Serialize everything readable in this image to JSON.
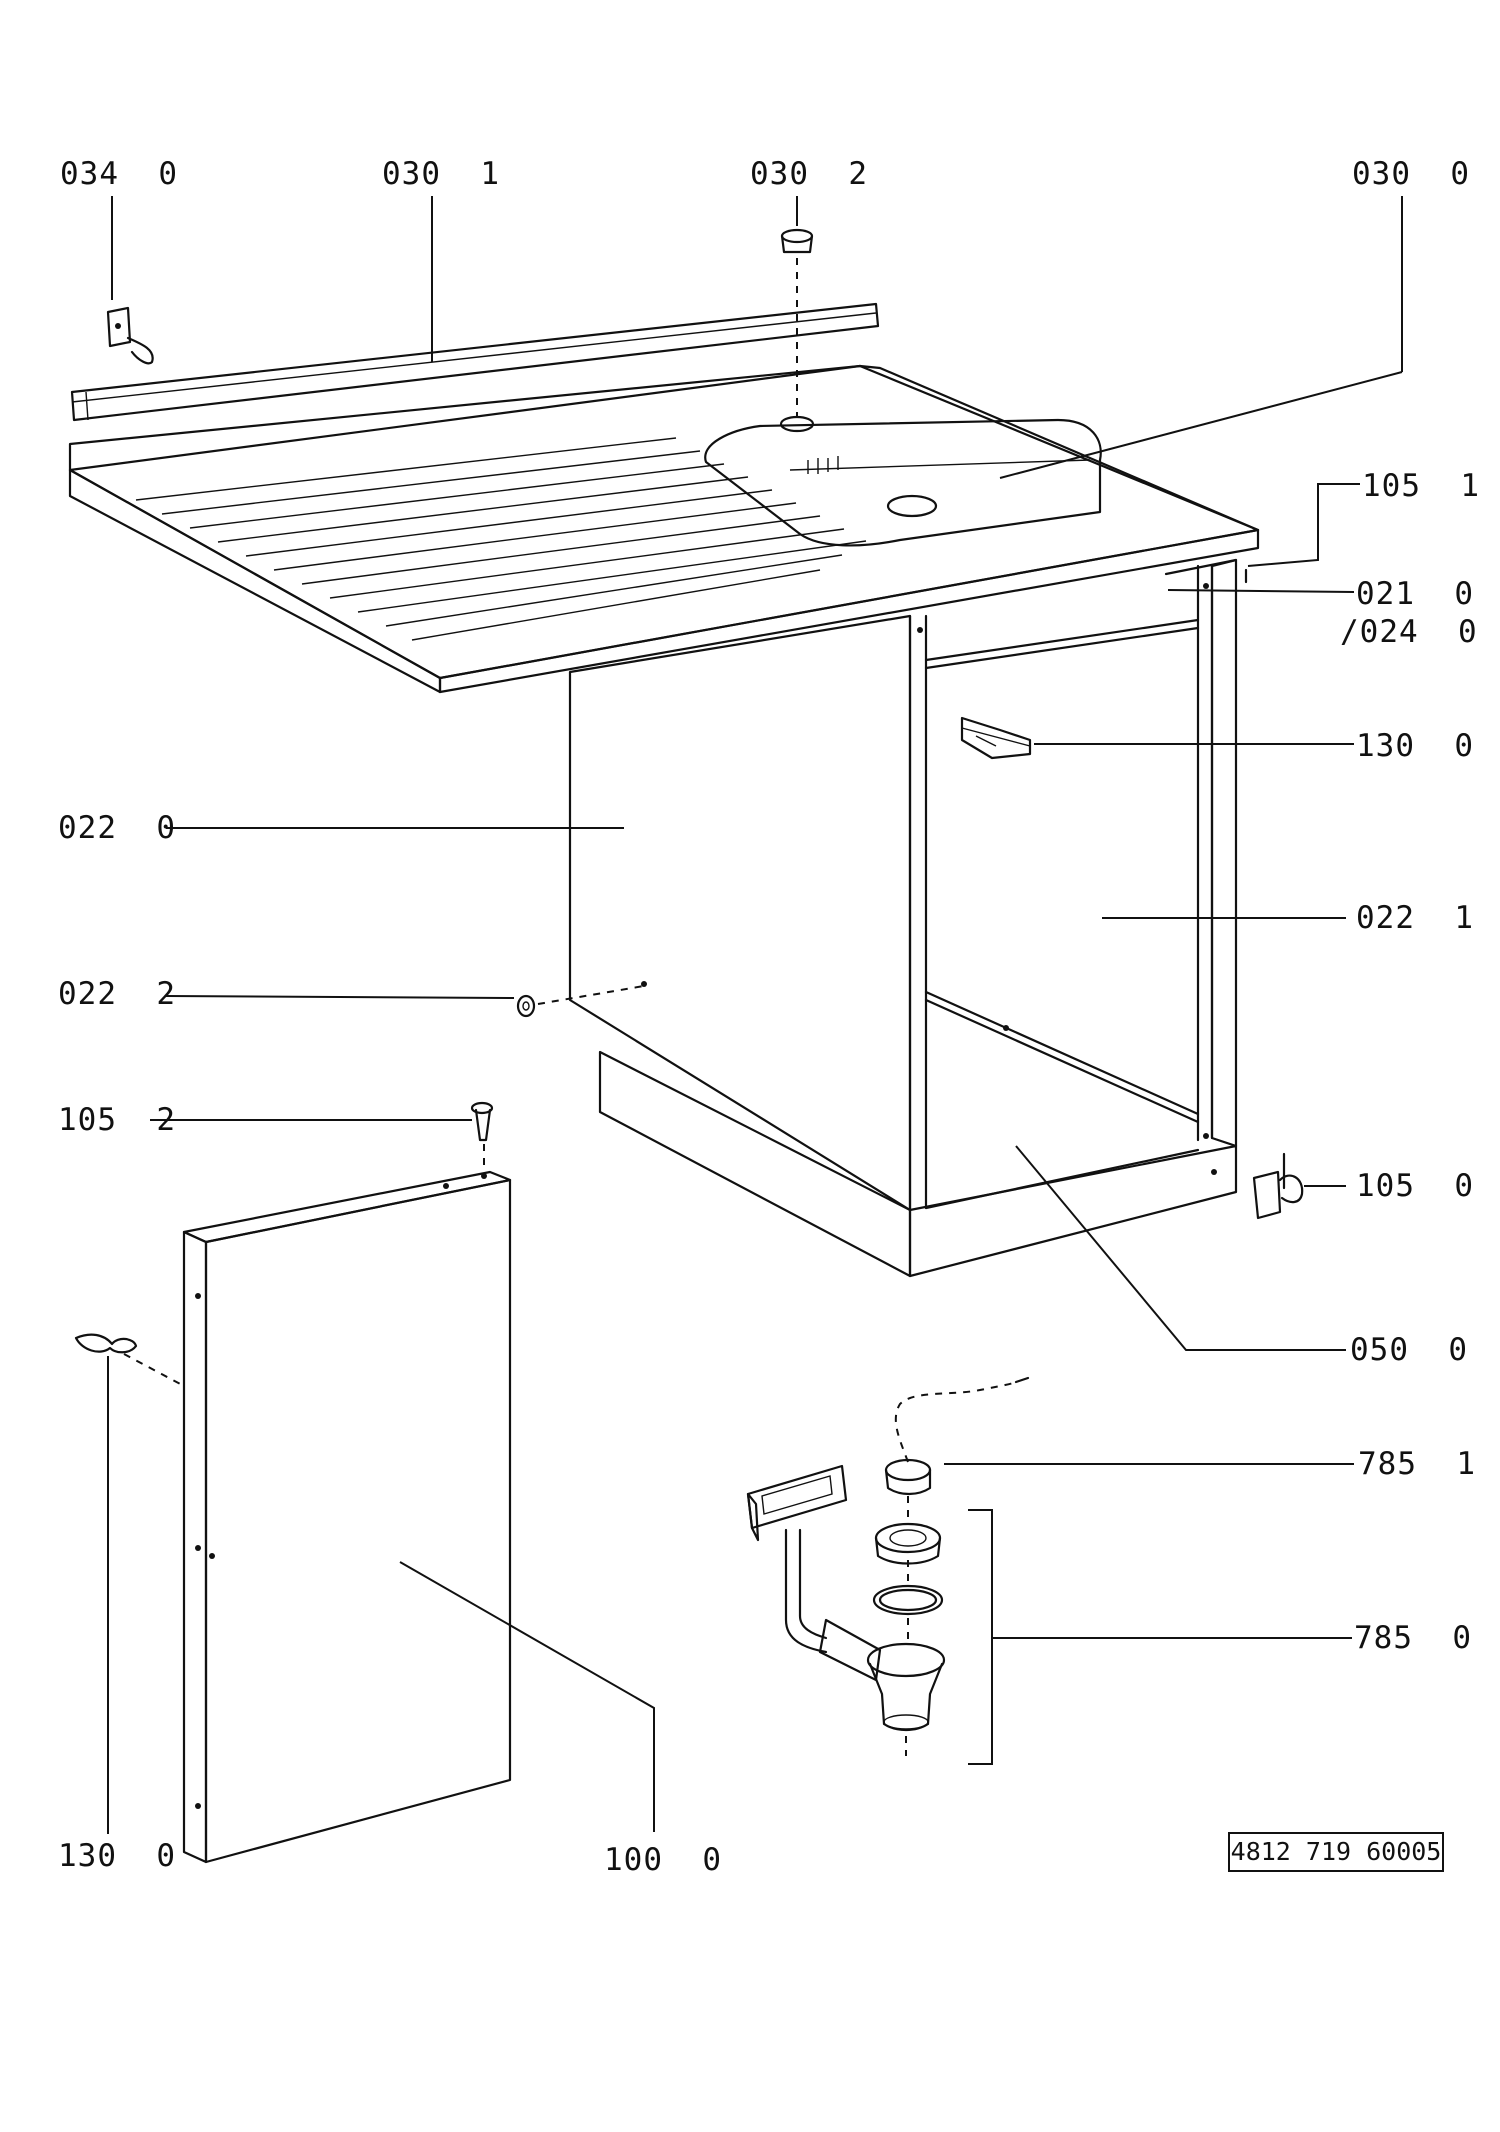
{
  "callouts": {
    "c034_0": "034  0",
    "c030_1": "030  1",
    "c030_2": "030  2",
    "c030_0": "030  0",
    "c105_1": "105  1",
    "c021_0": "021  0",
    "c024_0": "/024  0",
    "c130_0_right": "130  0",
    "c022_0": "022  0",
    "c022_1": "022  1",
    "c022_2": "022  2",
    "c105_2": "105  2",
    "c105_0": "105  0",
    "c050_0": "050  0",
    "c785_1": "785  1",
    "c785_0": "785  0",
    "c130_0_left": "130  0",
    "c100_0": "100  0"
  },
  "document_number": "4812 719 60005"
}
